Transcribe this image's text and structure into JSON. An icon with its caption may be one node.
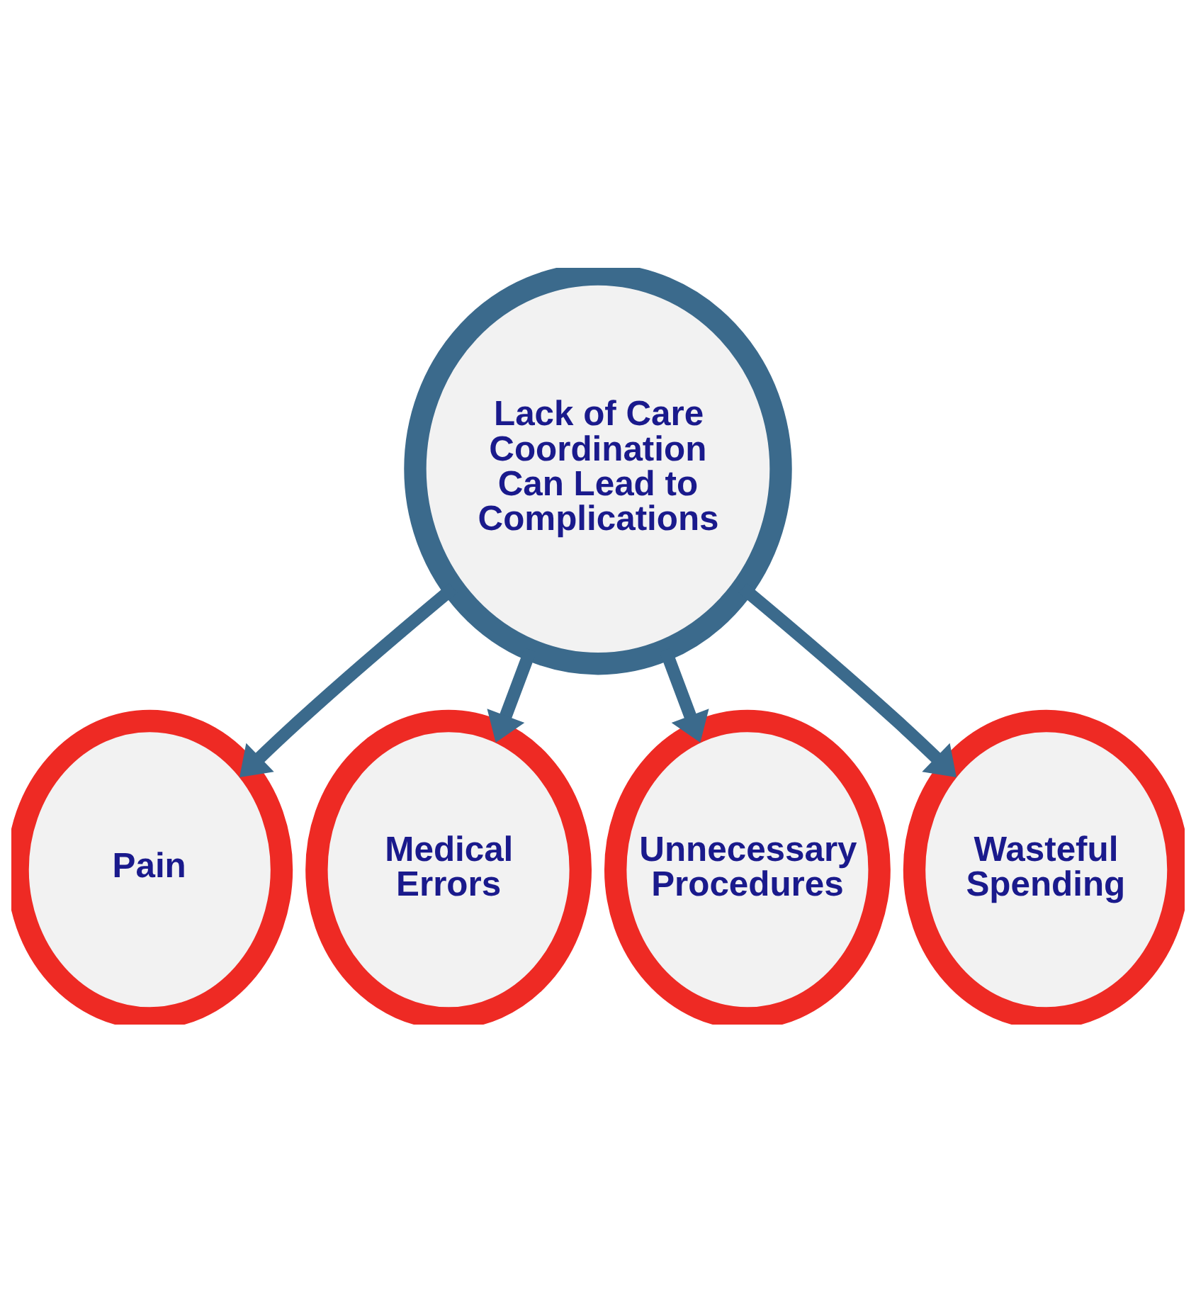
{
  "diagram": {
    "nodes": [
      {
        "text": [
          "Lack of Care Coordination Can Lead to Complications"
        ]
      },
      {
        "text": [
          "Pain"
        ]
      },
      {
        "text": [
          "Medical Errors"
        ]
      },
      {
        "text": [
          "Unnecessary Procedures"
        ]
      },
      {
        "text": [
          "Wasteful Spending"
        ]
      }
    ],
    "edges": [
      {
        "from": 0,
        "to": 1,
        "arrow": "to"
      },
      {
        "from": 0,
        "to": 2,
        "arrow": "to"
      },
      {
        "from": 0,
        "to": 3,
        "arrow": "to"
      },
      {
        "from": 0,
        "to": 4,
        "arrow": "to"
      }
    ]
  }
}
